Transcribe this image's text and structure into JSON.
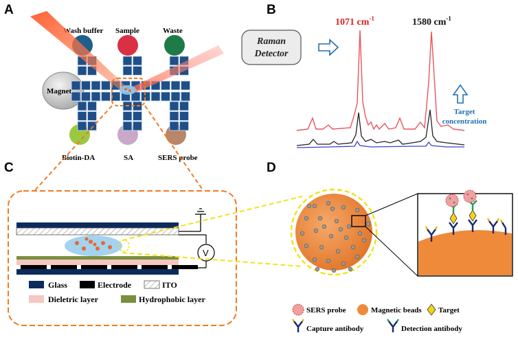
{
  "panels": {
    "a": "A",
    "b": "B",
    "c": "C",
    "d": "D"
  },
  "chip": {
    "wash_buffer": "Wash buffer",
    "sample": "Sample",
    "waste": "Waste",
    "magnet": "Magnet",
    "biotin": "Biotin-DA",
    "sa": "SA",
    "sers_probe": "SERS probe"
  },
  "raman": {
    "detector_line1": "Raman",
    "detector_line2": "Detector",
    "peak1": "1071 cm",
    "peak1_sup": "-1",
    "peak2": "1580 cm",
    "peak2_sup": "-1",
    "target_line1": "Target",
    "target_line2": "concentration"
  },
  "device": {
    "voltage": "V"
  },
  "legend_c": {
    "glass": "Glass",
    "electrode": "Electrode",
    "ito": "ITO",
    "dielectric": "Dieletric layer",
    "hydrophobic": "Hydrophobic layer"
  },
  "legend_d": {
    "sers_probe": "SERS probe",
    "magnetic_beads": "Magnetic beads",
    "target": "Target",
    "capture_antibody": "Capture antibody",
    "detection_antibody": "Detection antibody"
  },
  "colors": {
    "spectrum_red": "#e8545a",
    "spectrum_black": "#222222",
    "spectrum_blue": "#3344cc",
    "orange": "#ee8a3a",
    "navy": "#0d2a5c",
    "pink": "#f6c6c0",
    "olive": "#7a8f3e",
    "accent_red": "#e02020",
    "target_blue": "#1f6fb2"
  }
}
